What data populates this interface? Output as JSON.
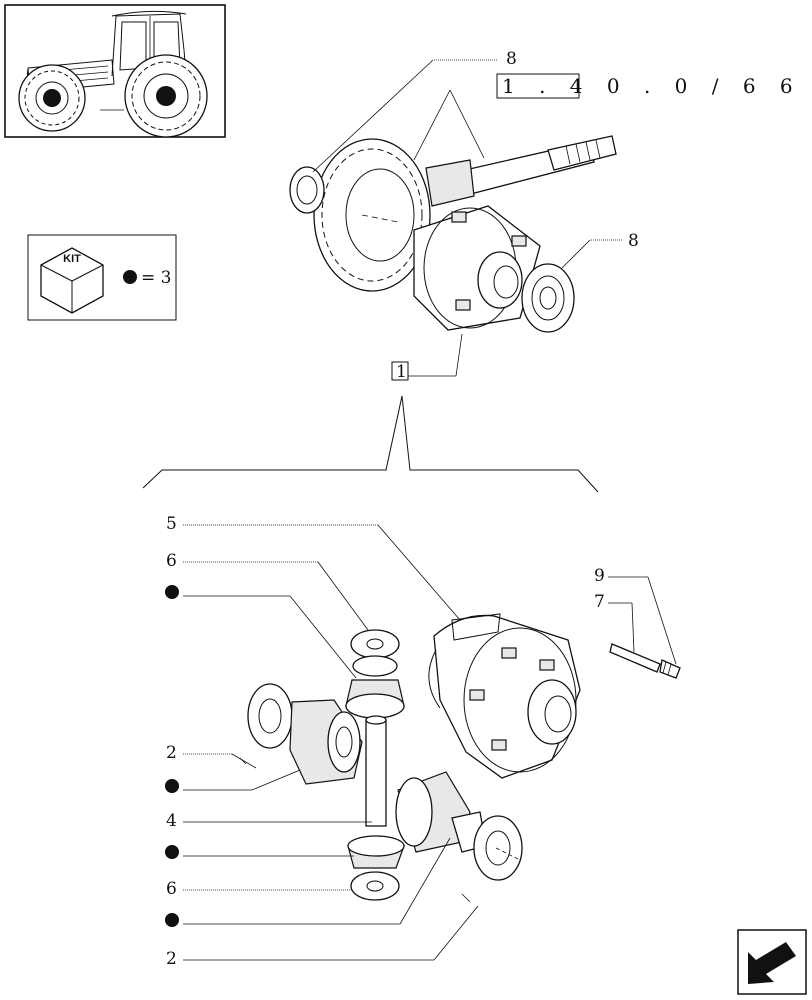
{
  "reference": "1 . 4 0 . 0 / 6 6",
  "kit": {
    "label": "KIT",
    "qty_text": "= 3"
  },
  "callouts": {
    "c1": "1",
    "c2a": "2",
    "c2b": "2",
    "c4": "4",
    "c5": "5",
    "c6a": "6",
    "c6b": "6",
    "c7": "7",
    "c8a": "8",
    "c8b": "8",
    "c9": "9"
  },
  "icons": [
    "tractor-thumbnail-icon",
    "kit-box-icon",
    "kit-dot-icon",
    "next-page-arrow-icon"
  ]
}
